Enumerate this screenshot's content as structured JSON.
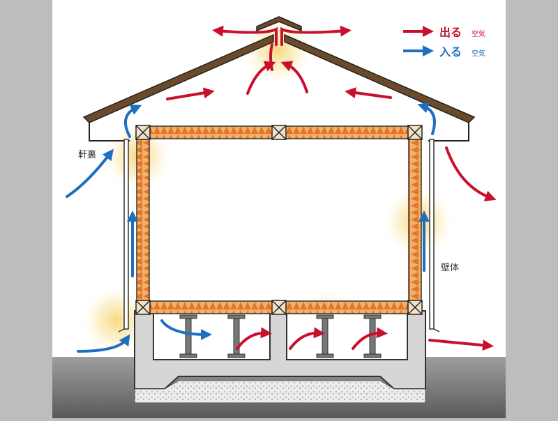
{
  "legend": {
    "out": {
      "label": "出る",
      "sub": "空気",
      "color": "#c8102e"
    },
    "in": {
      "label": "入る",
      "sub": "空気",
      "color": "#1f6fc0"
    }
  },
  "labels": {
    "eaves": "軒裏",
    "wall": "壁体"
  },
  "colors": {
    "background_panel": "#ffffff",
    "side_bands": "#bdbdbd",
    "roof": "#6b4a2b",
    "insulation": "#f0a552",
    "foundation": "#d9d9d9",
    "glow": "#f6d36a"
  }
}
